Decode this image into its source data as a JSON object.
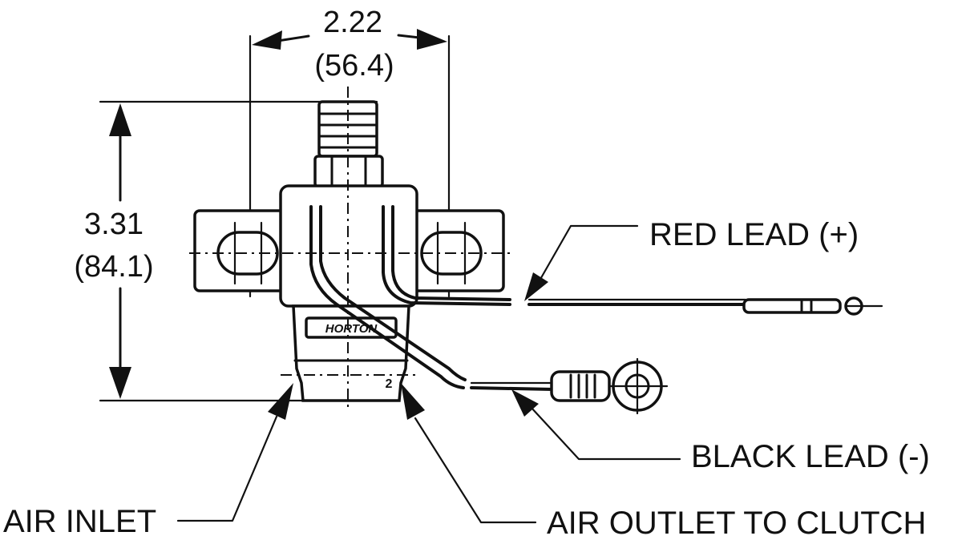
{
  "dimensions": {
    "width": {
      "value": "2.22",
      "metric": "(56.4)"
    },
    "height": {
      "value": "3.31",
      "metric": "(84.1)"
    }
  },
  "callouts": {
    "red_lead": "RED LEAD (+)",
    "black_lead": "BLACK LEAD (-)",
    "air_inlet": "AIR INLET",
    "air_outlet": "AIR OUTLET TO CLUTCH"
  },
  "part_markings": {
    "brand": "HORTON",
    "port_number": "2"
  }
}
